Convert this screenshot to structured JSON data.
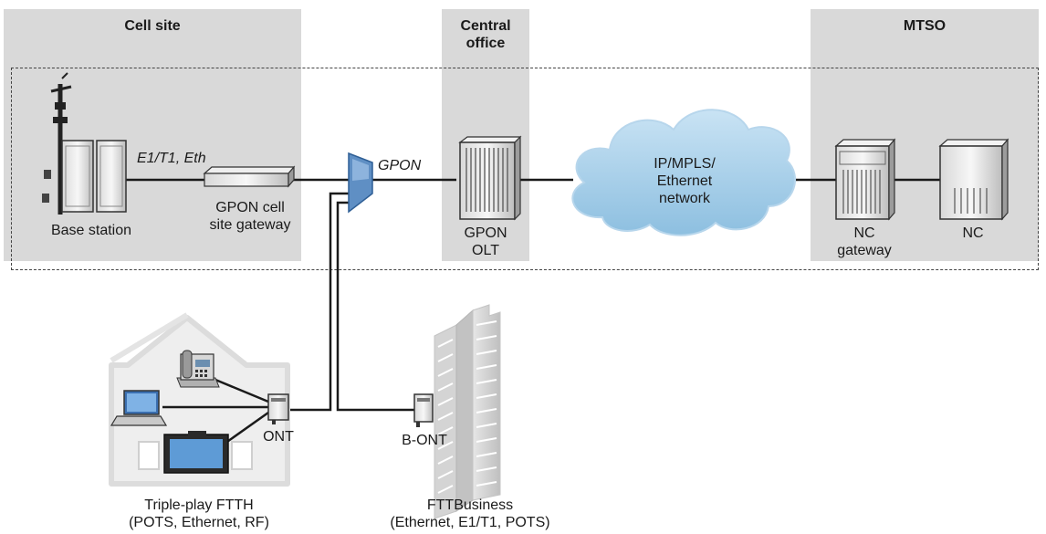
{
  "regions": {
    "cell_site": "Cell site",
    "central_office_line1": "Central",
    "central_office_line2": "office",
    "mtso": "MTSO"
  },
  "labels": {
    "base_station": "Base station",
    "link_e1t1_eth": "E1/T1, Eth",
    "gpon_gateway_line1": "GPON cell",
    "gpon_gateway_line2": "site gateway",
    "gpon_link": "GPON",
    "gpon_olt_line1": "GPON",
    "gpon_olt_line2": "OLT",
    "cloud_line1": "IP/MPLS/",
    "cloud_line2": "Ethernet",
    "cloud_line3": "network",
    "nc_gateway_line1": "NC",
    "nc_gateway_line2": "gateway",
    "nc": "NC",
    "ont": "ONT",
    "b_ont": "B-ONT",
    "ftth_line1": "Triple-play FTTH",
    "ftth_line2": "(POTS, Ethernet, RF)",
    "fttb_line1": "FTTBusiness",
    "fttb_line2": "(Ethernet, E1/T1, POTS)"
  },
  "colors": {
    "region_fill": "#d9d9d9",
    "splitter": "#5f8fc4",
    "cloud": "#a9cfe8",
    "line": "#1a1a1a"
  }
}
